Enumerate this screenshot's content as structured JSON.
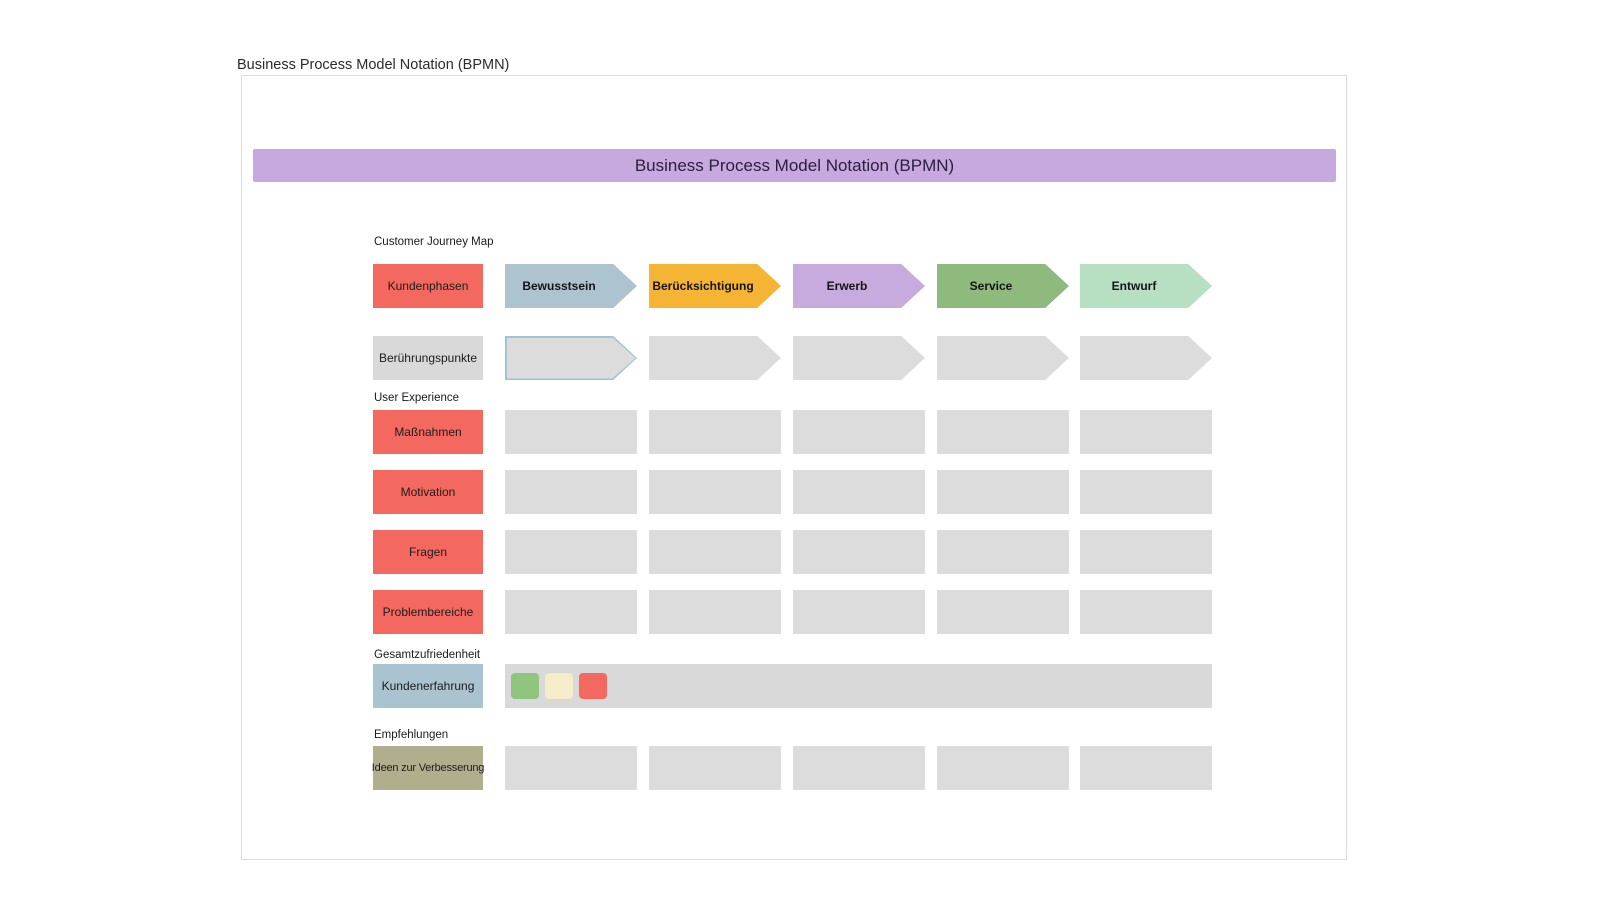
{
  "page": {
    "title": "Business Process Model Notation (BPMN)"
  },
  "banner": {
    "title": "Business Process Model Notation (BPMN)"
  },
  "sections": {
    "journey": "Customer Journey Map",
    "experience": "User Experience",
    "satisfaction": "Gesamtzufriedenheit",
    "recommendations": "Empfehlungen"
  },
  "rows": {
    "phases": {
      "label": "Kundenphasen"
    },
    "touchpoints": {
      "label": "Berührungspunkte"
    },
    "actions": {
      "label": "Maßnahmen"
    },
    "motivation": {
      "label": "Motivation"
    },
    "questions": {
      "label": "Fragen"
    },
    "problems": {
      "label": "Problembereiche"
    },
    "experience_rating": {
      "label": "Kundenerfahrung"
    },
    "ideas": {
      "label": "Ideen zur Verbesserung"
    }
  },
  "phases": [
    {
      "label": "Bewusstsein",
      "color": "#adc3ce"
    },
    {
      "label": "Berücksichtigung",
      "color": "#f6b434"
    },
    {
      "label": "Erwerb",
      "color": "#c7abde"
    },
    {
      "label": "Service",
      "color": "#8eba7e"
    },
    {
      "label": "Entwurf",
      "color": "#b7dfc2"
    }
  ],
  "rating_squares": [
    {
      "name": "positive",
      "color": "#90c57e"
    },
    {
      "name": "neutral",
      "color": "#f5ecca"
    },
    {
      "name": "negative",
      "color": "#f4695f"
    }
  ],
  "colors": {
    "banner": "#c8a9df",
    "row_label_red": "#f4695f",
    "row_label_gray": "#d9d9d9",
    "row_label_blue": "#a9c3d1",
    "row_label_olive": "#b1ae8e",
    "cell_gray": "#dcdcdc",
    "bar_gray": "#d9d9d9",
    "selected_arrow_border": "#a0c4d3"
  }
}
